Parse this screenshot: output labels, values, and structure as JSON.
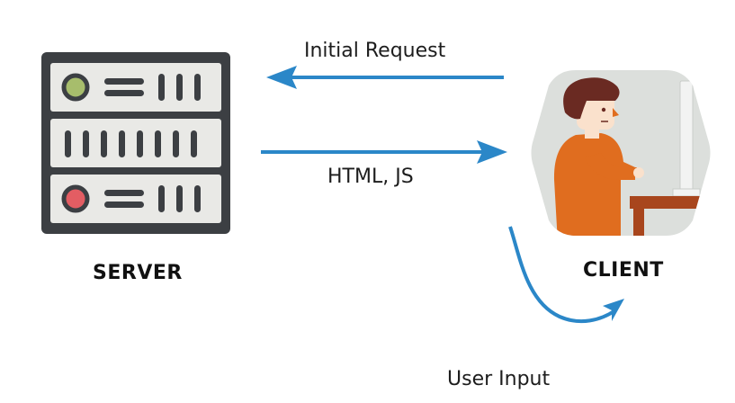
{
  "labels": {
    "initial_request": "Initial Request",
    "html_js": "HTML, JS",
    "user_input": "User Input",
    "server": "SERVER",
    "client": "CLIENT"
  },
  "colors": {
    "arrow": "#2b87c8",
    "server_frame": "#3c3f43",
    "server_panel": "#e9e9e6",
    "server_slot": "#3c3f43",
    "led_green": "#a7bd6c",
    "led_red": "#e35d63",
    "client_bg": "#dcdfdc",
    "shirt": "#e06d1f",
    "hair": "#6a2a22",
    "skin": "#fae1cc",
    "desk": "#a8461d",
    "monitor": "#f2f3f2"
  },
  "icons": {
    "server": "server-rack-icon",
    "client": "person-at-computer-icon"
  }
}
